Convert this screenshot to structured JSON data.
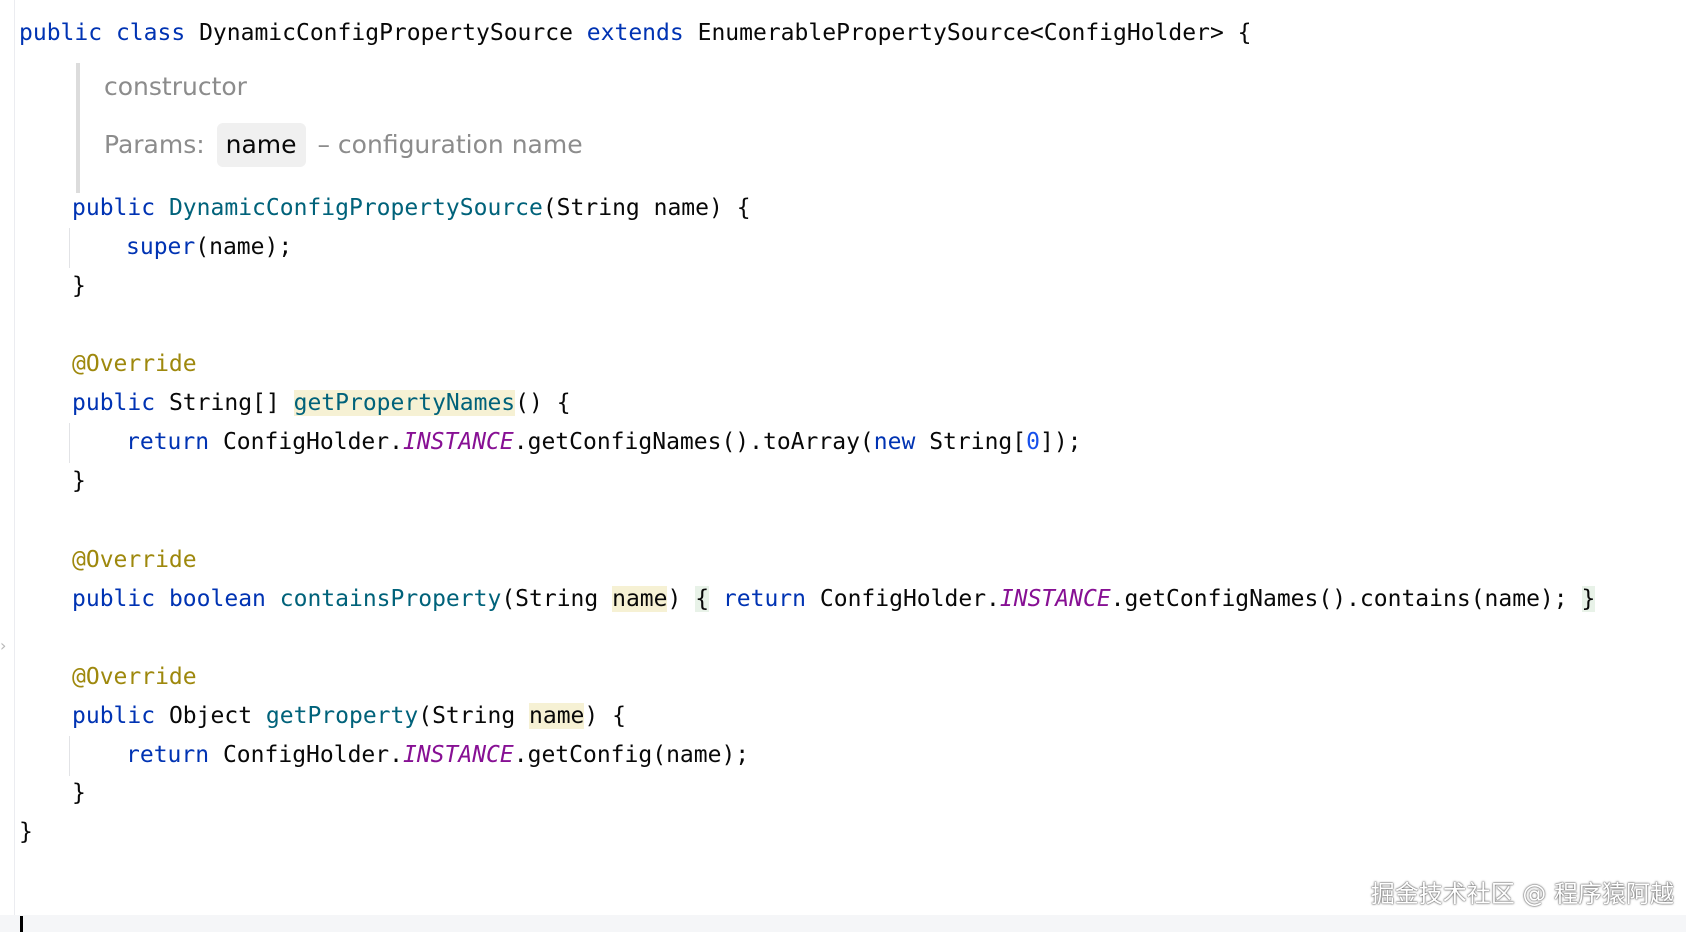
{
  "code": {
    "class_decl": {
      "kw_public": "public",
      "kw_class": "class",
      "name": "DynamicConfigPropertySource",
      "kw_extends": "extends",
      "parent": "EnumerablePropertySource<ConfigHolder>",
      "open": "{"
    },
    "doc": {
      "description": "constructor",
      "params_label": "Params:",
      "param_name": "name",
      "param_desc": "– configuration name"
    },
    "ctor": {
      "kw_public": "public",
      "name": "DynamicConfigPropertySource",
      "args": "(String name) {",
      "body_kw": "super",
      "body_rest": "(name);",
      "close": "}"
    },
    "method1": {
      "annotation": "@Override",
      "kw_public": "public",
      "ret": "String[]",
      "name": "getPropertyNames",
      "args": "() {",
      "body_kw": "return",
      "body_a": "ConfigHolder.",
      "body_static": "INSTANCE",
      "body_b": ".getConfigNames().toArray(",
      "body_new": "new",
      "body_c": "String[",
      "body_num": "0",
      "body_d": "]);",
      "close": "}"
    },
    "method2": {
      "annotation": "@Override",
      "kw_public": "public",
      "kw_bool": "boolean",
      "name": "containsProperty",
      "args_a": "(String ",
      "param": "name",
      "args_b": ")",
      "open": "{",
      "body_kw": "return",
      "body_a": "ConfigHolder.",
      "body_static": "INSTANCE",
      "body_b": ".getConfigNames().contains(name);",
      "close": "}"
    },
    "method3": {
      "annotation": "@Override",
      "kw_public": "public",
      "ret": "Object",
      "name": "getProperty",
      "args_a": "(String ",
      "param": "name",
      "args_b": ") {",
      "body_kw": "return",
      "body_a": "ConfigHolder.",
      "body_static": "INSTANCE",
      "body_b": ".getConfig(name);",
      "close": "}"
    },
    "class_close": "}"
  },
  "watermark": "掘金技术社区 @ 程序猿阿越",
  "colors": {
    "keyword": "#0033b3",
    "method": "#00627a",
    "annotation": "#9e880d",
    "static_field": "#871094",
    "number": "#1750eb",
    "usage_highlight": "#f6f1d4"
  }
}
